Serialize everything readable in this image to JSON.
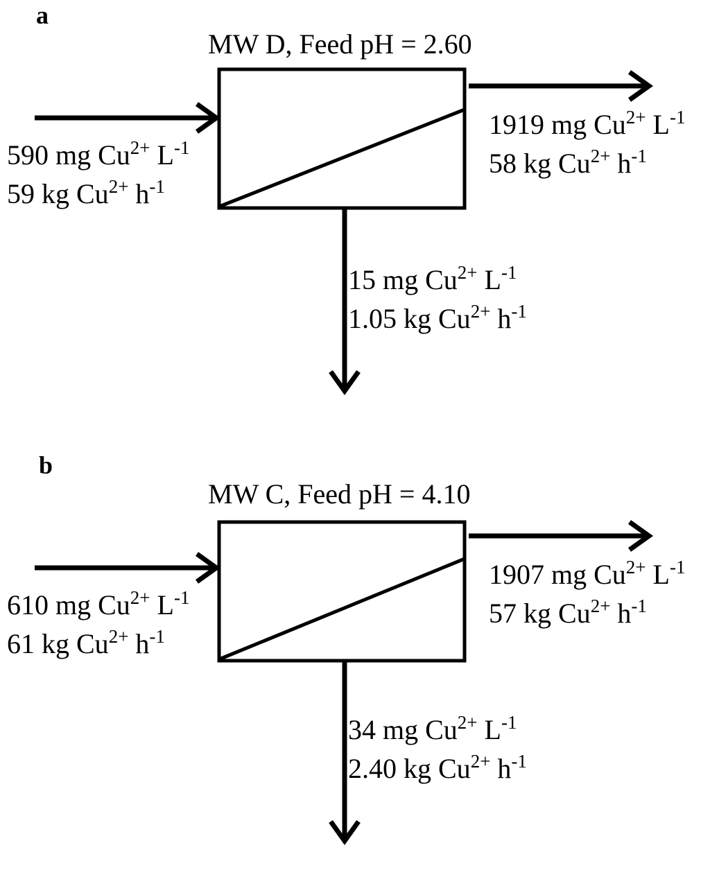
{
  "panels": [
    {
      "letter": "a",
      "title": "MW D, Feed pH = 2.60",
      "feed": {
        "conc": "590",
        "flow": "59"
      },
      "retentate": {
        "conc": "1919",
        "flow": "58"
      },
      "permeate": {
        "conc": "15",
        "flow": "1.05"
      }
    },
    {
      "letter": "b",
      "title": "MW C, Feed pH = 4.10",
      "feed": {
        "conc": "610",
        "flow": "61"
      },
      "retentate": {
        "conc": "1907",
        "flow": "57"
      },
      "permeate": {
        "conc": "34",
        "flow": "2.40"
      }
    }
  ],
  "units": {
    "conc_mass": "mg Cu",
    "flow_mass": "kg Cu",
    "ion_charge": "2+",
    "conc_volume": "L",
    "flow_time": "h",
    "exponent": "-1"
  }
}
